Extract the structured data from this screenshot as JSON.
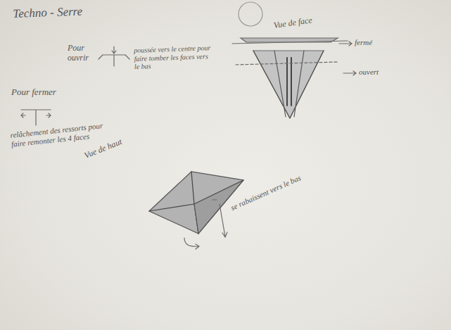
{
  "diagram": {
    "title": "Techno - Serre",
    "labels": [
      "Pour ouvrir",
      "poussée vers le centre pour faire tomber les faces vers le bas",
      "Vue de face",
      "fermé",
      "ouvert",
      "Pour fermer",
      "relâchement des ressorts pour faire remonter les 4 faces",
      "Vue de haut",
      "se rabaissent vers le bas"
    ]
  }
}
